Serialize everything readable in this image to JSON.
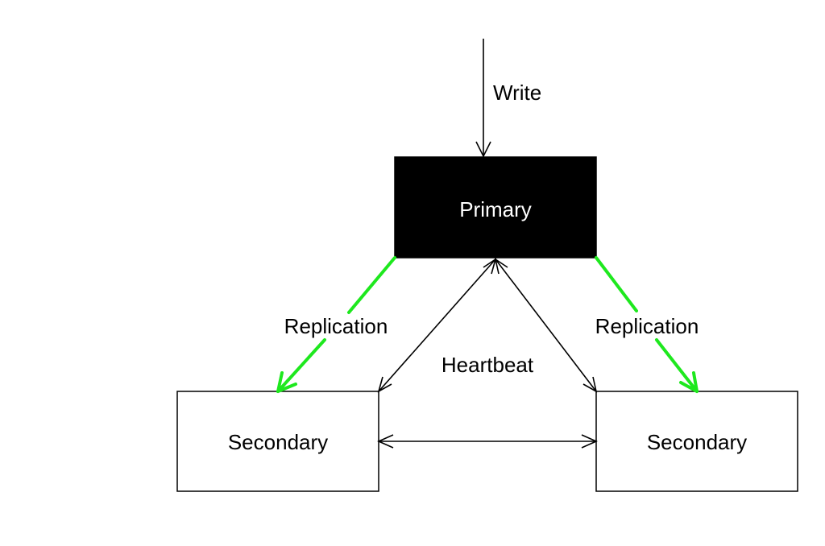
{
  "nodes": {
    "primary": {
      "label": "Primary"
    },
    "secondary_left": {
      "label": "Secondary"
    },
    "secondary_right": {
      "label": "Secondary"
    }
  },
  "edges": {
    "write": {
      "label": "Write"
    },
    "replication_left": {
      "label": "Replication"
    },
    "replication_right": {
      "label": "Replication"
    },
    "heartbeat": {
      "label": "Heartbeat"
    }
  },
  "colors": {
    "primary_fill": "#000000",
    "primary_text": "#ffffff",
    "secondary_fill": "#ffffff",
    "stroke": "#000000",
    "replication": "#1ee81e",
    "text": "#000000"
  }
}
